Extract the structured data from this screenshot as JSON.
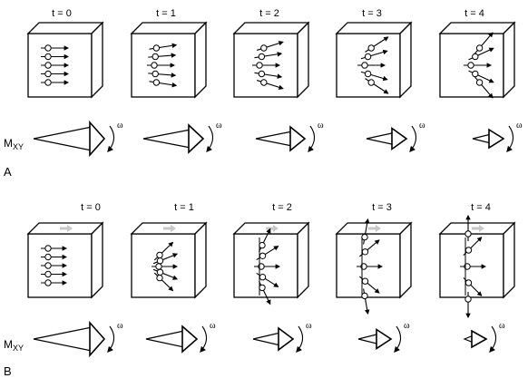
{
  "panels": [
    {
      "label": "A",
      "axis_label": "M",
      "axis_sub": "XY",
      "omega": "ω",
      "times": [
        "t = 0",
        "t = 1",
        "t = 2",
        "t = 3",
        "t = 4"
      ],
      "gray_arrow": false
    },
    {
      "label": "B",
      "axis_label": "M",
      "axis_sub": "XY",
      "omega": "ω",
      "times": [
        "t = 0",
        "t = 1",
        "t = 2",
        "t = 3",
        "t = 4"
      ],
      "gray_arrow": true
    }
  ],
  "colors": {
    "ink": "#000000",
    "gray_arrow": "#c8c8c8",
    "background": "#ffffff"
  }
}
